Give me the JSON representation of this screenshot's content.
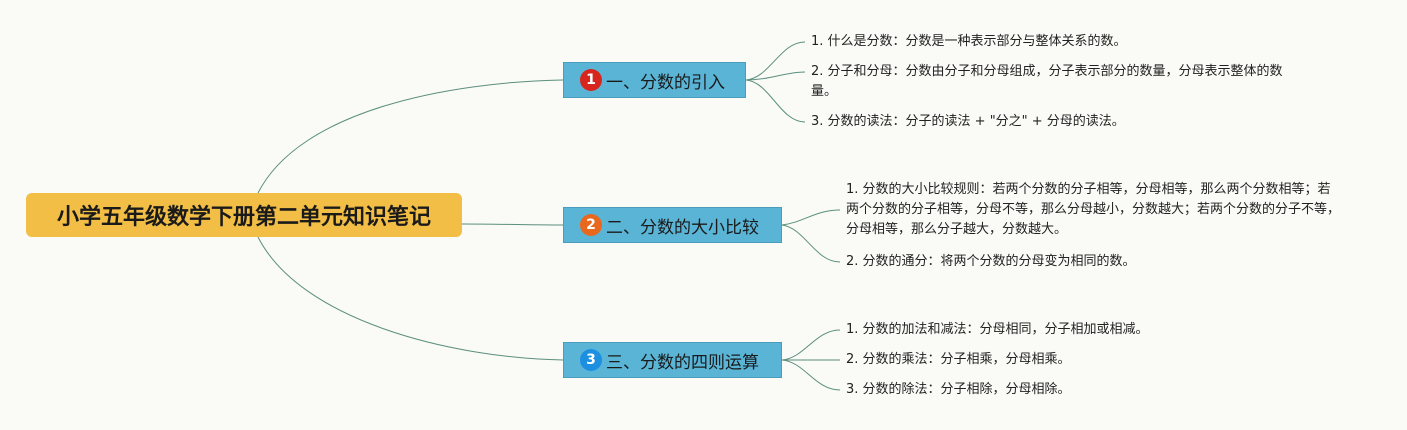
{
  "title": "小学五年级数学下册第二单元知识笔记",
  "colors": {
    "root_fill": "#f2be45",
    "branch_fill": "#5ab4d6",
    "line": "#5b8f7e",
    "badge_1": "#d7261e",
    "badge_2": "#e8681e",
    "badge_3": "#1c8fe0"
  },
  "branches": [
    {
      "badge": "1",
      "label": "一、分数的引入",
      "items": [
        "1. 什么是分数：分数是一种表示部分与整体关系的数。",
        "2. 分子和分母：分数由分子和分母组成，分子表示部分的数量，分母表示整体的数量。",
        "3. 分数的读法：分子的读法 + \"分之\" + 分母的读法。"
      ]
    },
    {
      "badge": "2",
      "label": "二、分数的大小比较",
      "items": [
        "1. 分数的大小比较规则：若两个分数的分子相等，分母相等，那么两个分数相等；若两个分数的分子相等，分母不等，那么分母越小，分数越大；若两个分数的分子不等，分母相等，那么分子越大，分数越大。",
        "2. 分数的通分：将两个分数的分母变为相同的数。"
      ]
    },
    {
      "badge": "3",
      "label": "三、分数的四则运算",
      "items": [
        "1. 分数的加法和减法：分母相同，分子相加或相减。",
        "2. 分数的乘法：分子相乘，分母相乘。",
        "3. 分数的除法：分子相除，分母相除。"
      ]
    }
  ]
}
